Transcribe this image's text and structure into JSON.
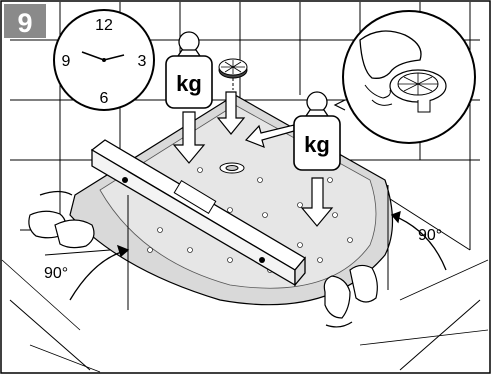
{
  "step": {
    "number": "9",
    "badge_color": "#8a8a8a"
  },
  "clock": {
    "twelve": "12",
    "three": "3",
    "six": "6",
    "nine": "9"
  },
  "weights": {
    "left_label": "kg",
    "right_label": "kg"
  },
  "angles": {
    "left": "90°",
    "right": "90°"
  },
  "icons": {
    "clock": "wall-clock-icon",
    "weight_left": "kg-weight-icon",
    "weight_right": "kg-weight-icon",
    "drain": "drain-strainer-icon",
    "level": "spirit-level-icon",
    "hands_left": "hands-icon",
    "hands_right": "hands-icon",
    "inset": "hand-installing-drain-icon"
  },
  "colors": {
    "tray_fill": "#d9d9d9",
    "line": "#000000",
    "badge": "#8a8a8a"
  }
}
